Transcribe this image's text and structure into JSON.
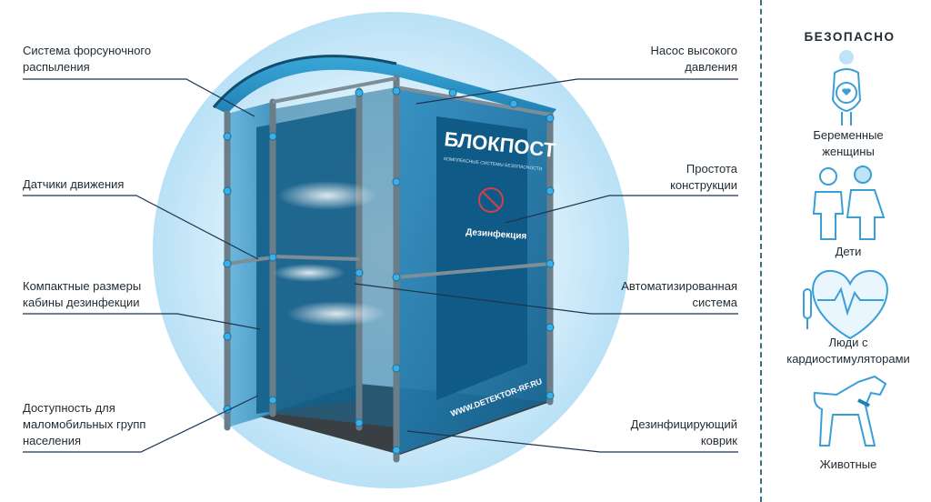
{
  "callouts_left": [
    {
      "id": "spray",
      "text": "Система форсуночного\nраспыления"
    },
    {
      "id": "motion",
      "text": "Датчики движения"
    },
    {
      "id": "compact",
      "text": "Компактные размеры\nкабины дезинфекции"
    },
    {
      "id": "access",
      "text": "Доступность для\nмаломобильных групп\nнаселения"
    }
  ],
  "callouts_right": [
    {
      "id": "pump",
      "text": "Насос высокого\nдавления"
    },
    {
      "id": "simple",
      "text": "Простота\nконструкции"
    },
    {
      "id": "auto",
      "text": "Автоматизированная\nсистема"
    },
    {
      "id": "mat",
      "text": "Дезинфицирующий\nковрик"
    }
  ],
  "cabin": {
    "brand": "БЛОКПОСТ",
    "brand_sub": "КОМПЛЕКСНЫЕ СИСТЕМЫ БЕЗОПАСНОСТИ",
    "product": "Дезинфекция",
    "site": "WWW.DETEKTOR-RF.RU"
  },
  "safe_panel": {
    "title": "БЕЗОПАСНО",
    "items": [
      {
        "icon": "pregnant-woman-icon",
        "label": "Беременные\nженщины"
      },
      {
        "icon": "children-icon",
        "label": "Дети"
      },
      {
        "icon": "pacemaker-heart-icon",
        "label": "Люди с\nкардиостимуляторами"
      },
      {
        "icon": "dog-icon",
        "label": "Животные"
      }
    ]
  },
  "colors": {
    "accent": "#3a9fd6",
    "glass": "#1d6f9a",
    "frame": "#6b7d88",
    "line": "#1f3550",
    "circle": "#d9effb"
  }
}
